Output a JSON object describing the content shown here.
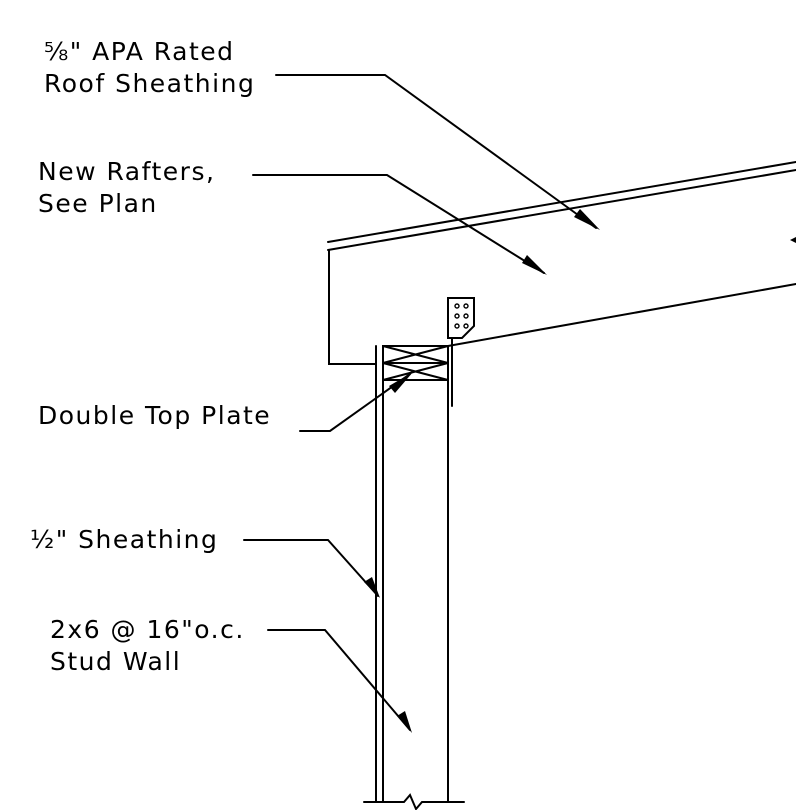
{
  "labels": {
    "roof_sheathing": {
      "line1": "⅝\" APA Rated",
      "line2": "Roof Sheathing"
    },
    "new_rafters": {
      "line1": "New Rafters,",
      "line2": "See Plan"
    },
    "double_top_plate": {
      "line1": "Double Top Plate"
    },
    "wall_sheathing": {
      "line1": "½\" Sheathing"
    },
    "stud_wall": {
      "line1": "2x6 @ 16\"o.c.",
      "line2": "Stud Wall"
    }
  },
  "colors": {
    "ink": "#000000",
    "background": "#ffffff"
  }
}
